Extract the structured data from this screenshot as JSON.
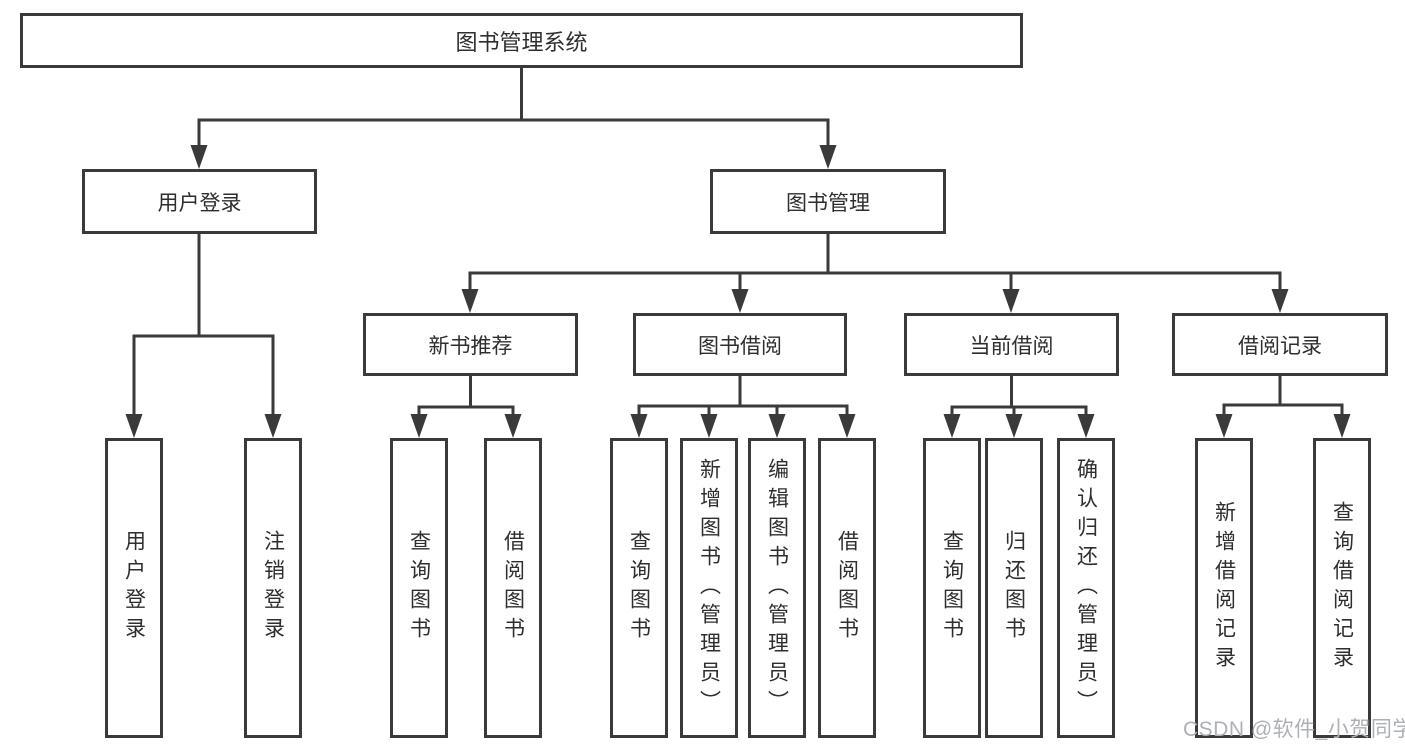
{
  "colors": {
    "line": "#3a3a3a",
    "box_border": "#3a3a3a",
    "text": "#2e2e2e",
    "background": "#ffffff",
    "watermark": "#adb0b6"
  },
  "tree": {
    "root": {
      "label": "图书管理系统",
      "children": [
        {
          "label": "用户登录",
          "children": [
            {
              "label": "用户登录"
            },
            {
              "label": "注销登录"
            }
          ]
        },
        {
          "label": "图书管理",
          "children": [
            {
              "label": "新书推荐",
              "children": [
                {
                  "label": "查询图书"
                },
                {
                  "label": "借阅图书"
                }
              ]
            },
            {
              "label": "图书借阅",
              "children": [
                {
                  "label": "查询图书"
                },
                {
                  "label": "新增图书（管理员）"
                },
                {
                  "label": "编辑图书（管理员）"
                },
                {
                  "label": "借阅图书"
                }
              ]
            },
            {
              "label": "当前借阅",
              "children": [
                {
                  "label": "查询图书"
                },
                {
                  "label": "归还图书"
                },
                {
                  "label": "确认归还（管理员）"
                }
              ]
            },
            {
              "label": "借阅记录",
              "children": [
                {
                  "label": "新增借阅记录"
                },
                {
                  "label": "查询借阅记录"
                }
              ]
            }
          ]
        }
      ]
    }
  },
  "watermark": {
    "text": "CSDN @软件_小贺同学"
  }
}
